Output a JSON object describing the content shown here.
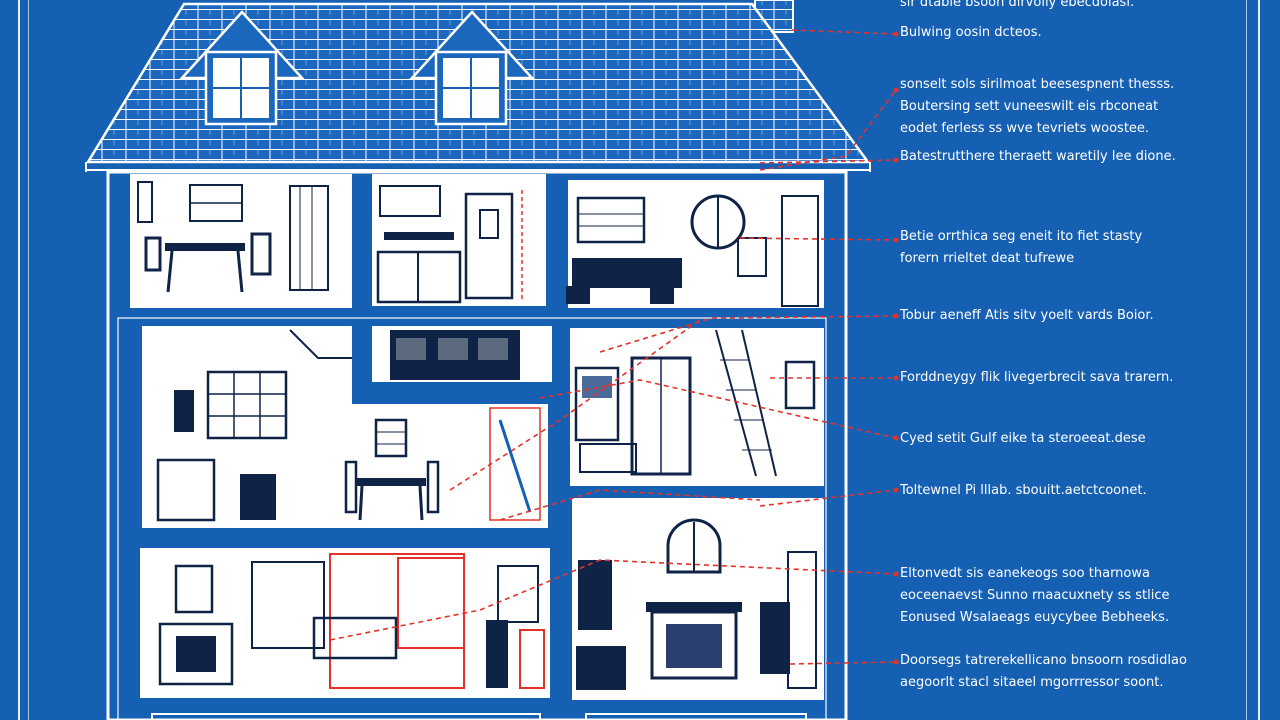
{
  "blueprint": {
    "colors": {
      "background": "#1660b4",
      "linework": "#ffffff",
      "room_fill": "#ffffff",
      "ink": "#0f2347",
      "accent_red": "#e2322a"
    },
    "annotations": [
      {
        "lines": [
          "sir dtable  bsoon dirvolly ebecdolasi."
        ]
      },
      {
        "lines": [
          "Bulwing  oosin  dcteos."
        ]
      },
      {
        "lines": [
          "sonselt  sols  sirilmoat  beesespnent  thesss.",
          "Boutersing  sett  vuneeswilt  eis  rbconeat",
          "eodet  ferless  ss  wve  tevriets woostee.",
          "Batestrutthere  theraett  waretily  lee  dione."
        ]
      },
      {
        "lines": [
          "Betie  orrthica  seg  eneit  ito  fiet  stasty",
          "forern  rrieltet  deat  tufrewe"
        ]
      },
      {
        "lines": [
          "Tobur  aeneff  Atis  sitv  yoelt  vards  Boior."
        ]
      },
      {
        "lines": [
          "Forddneygy  flik  livegerbrecit  sava  trarern."
        ]
      },
      {
        "lines": [
          "Cyed  setit  Gulf  eike  ta steroeeat.dese"
        ]
      },
      {
        "lines": [
          "Toltewnel  Pi  lllab.  sbouitt.aetctcoonet."
        ]
      },
      {
        "lines": [
          "Eltonvedt  sis  eanekeogs  soo  tharnowa",
          "eoceenaevst   Sunno  rnaacuxnety  ss  stlice",
          "Eonused  Wsalaeags  euycybee  Bebheeks."
        ]
      },
      {
        "lines": [
          "Doorsegs  tatrerekellicano  bnsoorn  rosdidlao",
          "aegoorlt  stacl  sitaeel  mgorrressor  soont."
        ]
      }
    ]
  }
}
